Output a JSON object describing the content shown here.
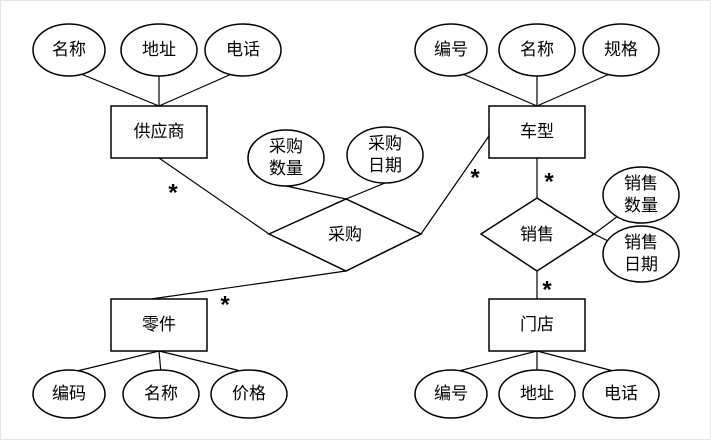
{
  "entities": {
    "supplier": {
      "name": "供应商",
      "attributes": [
        "名称",
        "地址",
        "电话"
      ]
    },
    "vehicle_model": {
      "name": "车型",
      "attributes": [
        "编号",
        "名称",
        "规格"
      ]
    },
    "part": {
      "name": "零件",
      "attributes": [
        "编码",
        "名称",
        "价格"
      ]
    },
    "store": {
      "name": "门店",
      "attributes": [
        "编号",
        "地址",
        "电话"
      ]
    }
  },
  "relationships": {
    "purchase": {
      "name": "采购",
      "attributes": [
        {
          "line1": "采购",
          "line2": "数量"
        },
        {
          "line1": "采购",
          "line2": "日期"
        }
      ]
    },
    "sale": {
      "name": "销售",
      "attributes": [
        {
          "line1": "销售",
          "line2": "数量"
        },
        {
          "line1": "销售",
          "line2": "日期"
        }
      ]
    }
  },
  "cardinality": {
    "supplier_purchase": "*",
    "purchase_vehicle": "*",
    "purchase_part": "*",
    "vehicle_sale": "*",
    "sale_store": "*"
  }
}
